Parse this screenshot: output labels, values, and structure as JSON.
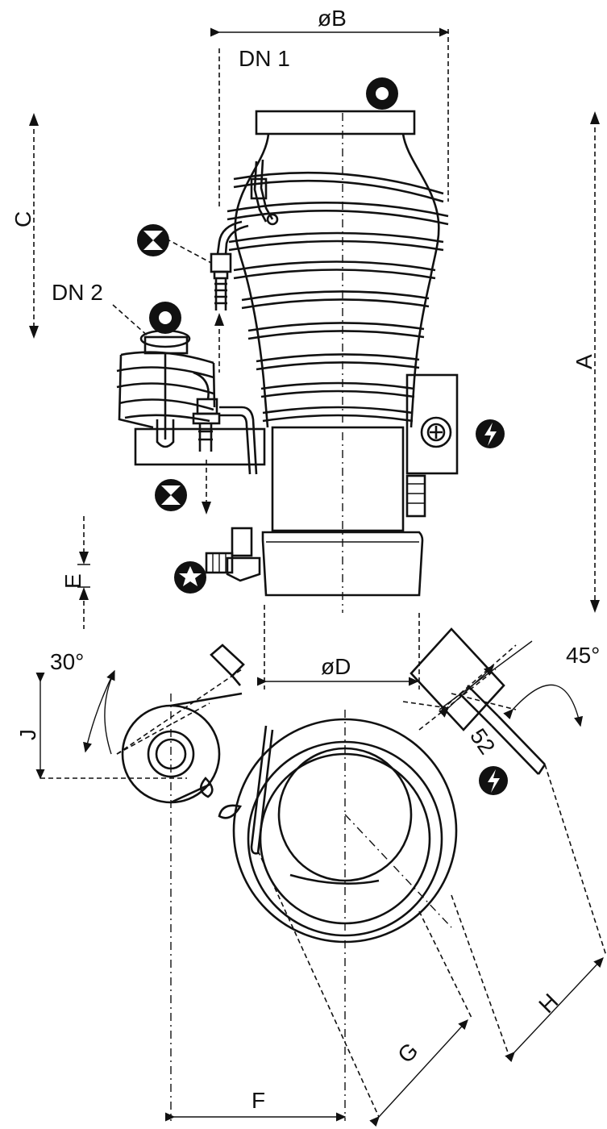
{
  "top_view": {
    "labels": {
      "dim_b": "øB",
      "dn1": "DN 1",
      "dn2": "DN 2",
      "dim_c": "C",
      "dim_a": "A",
      "dim_e": "E",
      "dim_d": "øD"
    }
  },
  "bottom_view": {
    "labels": {
      "angle_30": "30°",
      "angle_45": "45°",
      "dim_52": "52",
      "dim_j": "J",
      "dim_f": "F",
      "dim_g": "G",
      "dim_h": "H"
    }
  },
  "symbols": [
    "vacuum-port-symbol",
    "water-cooling-symbol",
    "electrical-connection-symbol",
    "backing-gas-symbol"
  ]
}
